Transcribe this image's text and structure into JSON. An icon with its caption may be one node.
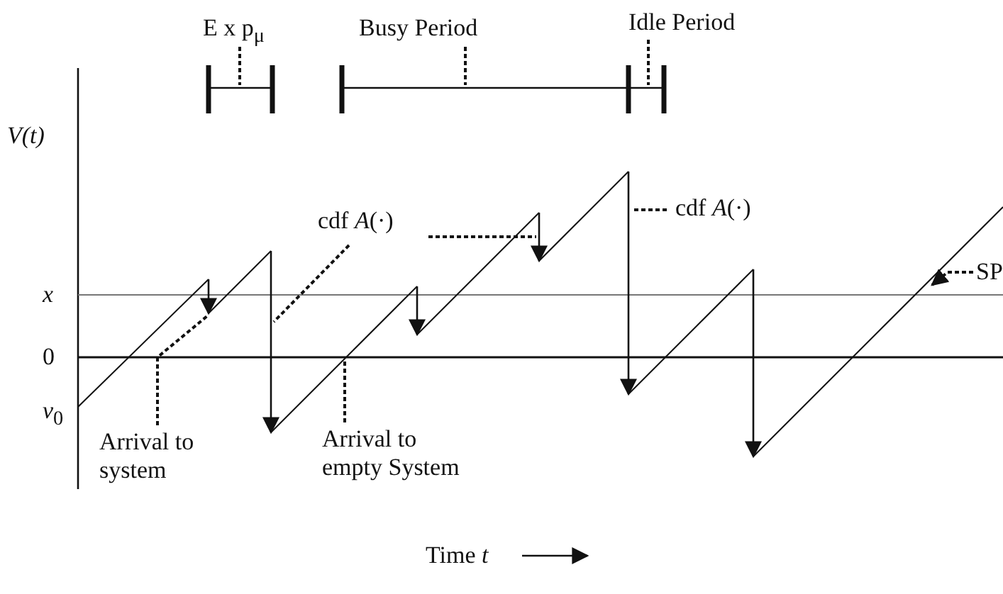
{
  "diagram": {
    "nodes": [
      {
        "text": [
          "E x p$_{μ}$"
        ]
      },
      {
        "text": [
          "Busy Period"
        ]
      },
      {
        "text": [
          "Idle Period"
        ]
      },
      {
        "text": [
          "cdf *A*(·)"
        ]
      },
      {
        "text": [
          "cdf *A*(·)"
        ]
      },
      {
        "text": [
          "SP"
        ]
      },
      {
        "text": [
          "Arrival to system"
        ]
      },
      {
        "text": [
          "Arrival to empty System"
        ]
      }
    ],
    "edges": [
      {
        "from": 0,
        "to": null,
        "arrow": "none",
        "style": "dashed"
      },
      {
        "from": 1,
        "to": null,
        "arrow": "none",
        "style": "dashed"
      },
      {
        "from": 2,
        "to": null,
        "arrow": "none",
        "style": "dashed"
      },
      {
        "from": 3,
        "to": null,
        "arrow": "none",
        "style": "dashed"
      },
      {
        "from": 3,
        "to": null,
        "arrow": "none",
        "style": "dashed"
      },
      {
        "from": 4,
        "to": null,
        "arrow": "none",
        "style": "dashed"
      },
      {
        "from": 5,
        "to": null,
        "arrow": "to",
        "style": "dashed"
      },
      {
        "from": 6,
        "to": null,
        "arrow": "none",
        "style": "dashed"
      },
      {
        "from": 7,
        "to": null,
        "arrow": "none",
        "style": "dashed"
      }
    ],
    "labels": [
      "*V(t)*",
      "*x*",
      "0",
      "*v*$_{0}$",
      "Time *t*"
    ]
  }
}
